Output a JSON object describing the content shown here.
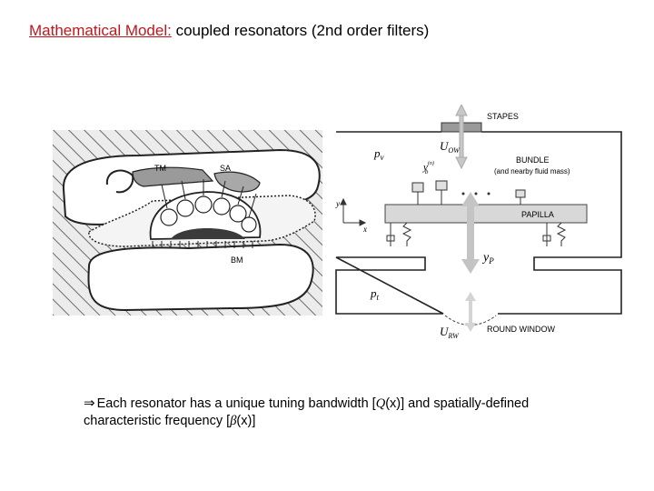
{
  "title": {
    "highlight": "Mathematical Model:",
    "rest": " coupled resonators (2nd order filters)"
  },
  "left_figure": {
    "labels": {
      "tm": "TM",
      "sa": "SA",
      "bm": "BM"
    }
  },
  "right_figure": {
    "labels": {
      "stapes": "STAPES",
      "bundle": "BUNDLE",
      "bundle_note": "(and nearby fluid mass)",
      "papilla": "PAPILLA",
      "round_window": "ROUND WINDOW",
      "pv": "p",
      "pv_sub": "v",
      "pt": "p",
      "pt_sub": "t",
      "uow": "U",
      "uow_sub": "OW",
      "urw": "U",
      "urw_sub": "RW",
      "yb": "y",
      "yb_sup": "(n)",
      "yb_sub": "b",
      "yp": "y",
      "yp_sub": "P",
      "axis_y": "y",
      "axis_x": "x"
    }
  },
  "caption": {
    "arrow": "⇒",
    "line1_a": "Each resonator has a unique tuning bandwidth [",
    "q_symbol": "Q",
    "line1_b": "(x)] and spatially-defined",
    "line2_a": "characteristic frequency [",
    "beta_symbol": "β",
    "line2_b": "(x)]"
  },
  "colors": {
    "accent": "#c0161c"
  }
}
